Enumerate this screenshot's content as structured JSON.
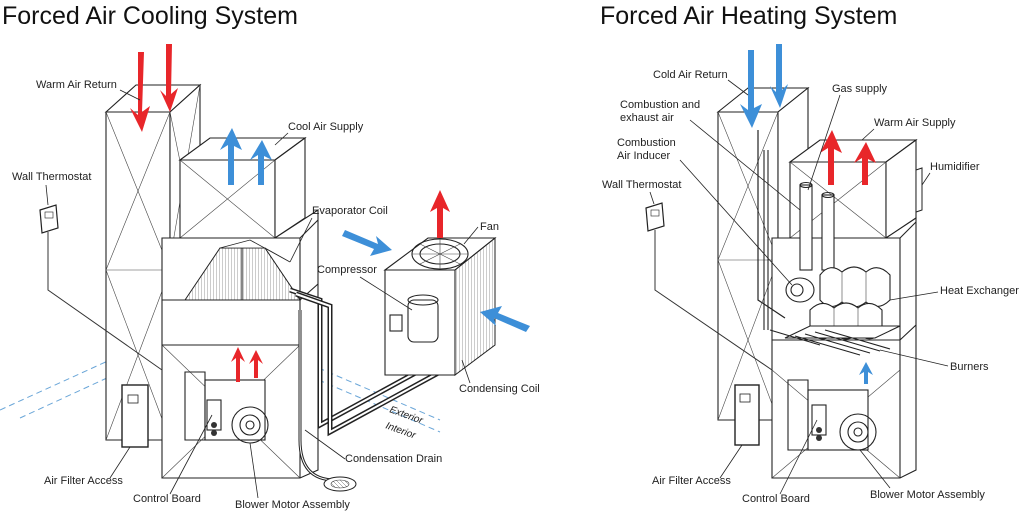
{
  "cooling": {
    "title": "Forced Air Cooling System",
    "labels": {
      "warm_air_return": "Warm Air Return",
      "cool_air_supply": "Cool Air Supply",
      "wall_thermostat": "Wall Thermostat",
      "evaporator_coil": "Evaporator Coil",
      "fan": "Fan",
      "compressor": "Compressor",
      "condensing_coil": "Condensing Coil",
      "exterior": "Exterior",
      "interior": "Interior",
      "condensation_drain": "Condensation Drain",
      "air_filter_access": "Air Filter Access",
      "control_board": "Control Board",
      "blower_motor_assembly": "Blower Motor Assembly"
    }
  },
  "heating": {
    "title": "Forced Air Heating System",
    "labels": {
      "cold_air_return": "Cold Air Return",
      "gas_supply": "Gas supply",
      "combustion_exhaust_1": "Combustion and",
      "combustion_exhaust_2": "exhaust air",
      "warm_air_supply": "Warm Air Supply",
      "combustion_inducer_1": "Combustion",
      "combustion_inducer_2": "Air Inducer",
      "humidifier": "Humidifier",
      "wall_thermostat": "Wall Thermostat",
      "heat_exchanger": "Heat Exchanger",
      "burners": "Burners",
      "air_filter_access": "Air Filter Access",
      "control_board": "Control Board",
      "blower_motor_assembly": "Blower Motor Assembly"
    }
  },
  "colors": {
    "warm": "#e8262a",
    "cool": "#3d8fd8",
    "line": "#222222"
  }
}
